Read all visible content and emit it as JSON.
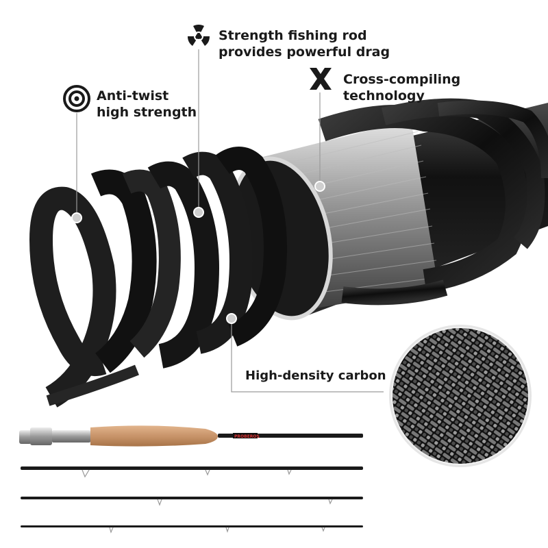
{
  "features": {
    "anti_twist": {
      "line1": "Anti-twist",
      "line2": "high strength",
      "icon": "target-icon"
    },
    "strength": {
      "line1": "Strength fishing rod",
      "line2": "provides powerful drag",
      "icon": "radiation-icon"
    },
    "cross_compiling": {
      "line1": "Cross-compiling",
      "line2": "technology",
      "icon": "x-cross-icon"
    },
    "carbon": {
      "label": "High-density carbon"
    }
  },
  "rod": {
    "brand": "PROBEROS",
    "sections": 4
  },
  "colors": {
    "text": "#1a1a1a",
    "wrap": "#1c1c1c",
    "core": "#9a9a9a",
    "cork": "#c8946a"
  }
}
